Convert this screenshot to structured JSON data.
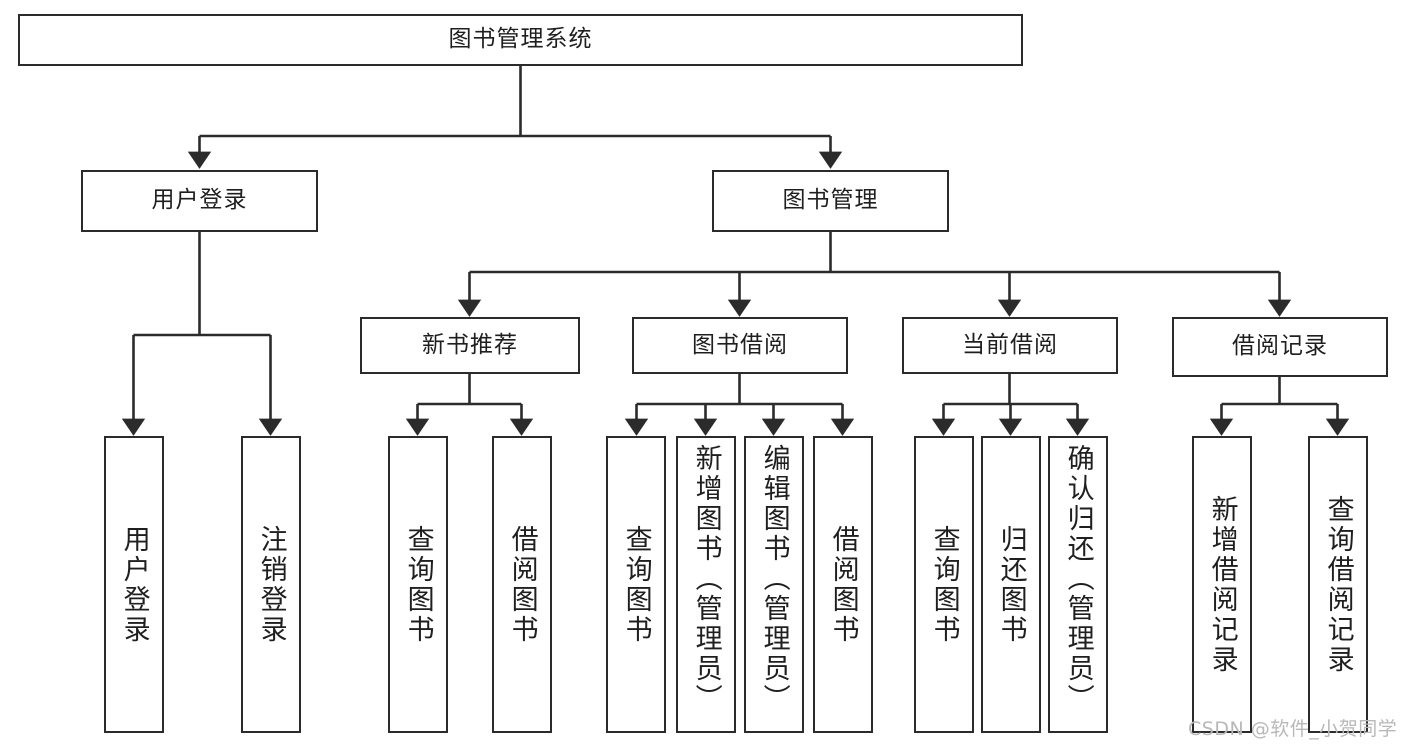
{
  "diagram": {
    "type": "tree-hierarchy-chart",
    "title": "图书管理系统",
    "orientation": "top-down",
    "levels": 4,
    "colors": {
      "background": "#ffffff",
      "box_border": "#2b2b2b",
      "box_fill": "#ffffff",
      "connector": "#2b2b2b",
      "text": "#1f1f1f",
      "watermark": "#b8b8b8"
    },
    "root": {
      "id": "root",
      "label": "图书管理系统",
      "text_direction": "horizontal"
    },
    "level2": [
      {
        "id": "user-login",
        "label": "用户登录",
        "text_direction": "horizontal"
      },
      {
        "id": "book-management",
        "label": "图书管理",
        "text_direction": "horizontal"
      }
    ],
    "level3": [
      {
        "id": "new-book-recommend",
        "label": "新书推荐",
        "parent": "book-management",
        "text_direction": "horizontal"
      },
      {
        "id": "book-borrow",
        "label": "图书借阅",
        "parent": "book-management",
        "text_direction": "horizontal"
      },
      {
        "id": "current-borrow",
        "label": "当前借阅",
        "parent": "book-management",
        "text_direction": "horizontal"
      },
      {
        "id": "borrow-record",
        "label": "借阅记录",
        "parent": "book-management",
        "text_direction": "horizontal"
      }
    ],
    "leaves": [
      {
        "id": "leaf-user-login",
        "label": "用户登录",
        "parent": "user-login",
        "text_direction": "vertical"
      },
      {
        "id": "leaf-logout",
        "label": "注销登录",
        "parent": "user-login",
        "text_direction": "vertical"
      },
      {
        "id": "leaf-query-book-1",
        "label": "查询图书",
        "parent": "new-book-recommend",
        "text_direction": "vertical"
      },
      {
        "id": "leaf-borrow-book-1",
        "label": "借阅图书",
        "parent": "new-book-recommend",
        "text_direction": "vertical"
      },
      {
        "id": "leaf-query-book-2",
        "label": "查询图书",
        "parent": "book-borrow",
        "text_direction": "vertical"
      },
      {
        "id": "leaf-add-book",
        "label": "新增图书（管理员）",
        "parent": "book-borrow",
        "text_direction": "vertical"
      },
      {
        "id": "leaf-edit-book",
        "label": "编辑图书（管理员）",
        "parent": "book-borrow",
        "text_direction": "vertical"
      },
      {
        "id": "leaf-borrow-book-2",
        "label": "借阅图书",
        "parent": "book-borrow",
        "text_direction": "vertical"
      },
      {
        "id": "leaf-query-book-3",
        "label": "查询图书",
        "parent": "current-borrow",
        "text_direction": "vertical"
      },
      {
        "id": "leaf-return-book",
        "label": "归还图书",
        "parent": "current-borrow",
        "text_direction": "vertical"
      },
      {
        "id": "leaf-confirm-return",
        "label": "确认归还（管理员）",
        "parent": "current-borrow",
        "text_direction": "vertical"
      },
      {
        "id": "leaf-add-record",
        "label": "新增借阅记录",
        "parent": "borrow-record",
        "text_direction": "vertical"
      },
      {
        "id": "leaf-query-record",
        "label": "查询借阅记录",
        "parent": "borrow-record",
        "text_direction": "vertical"
      }
    ]
  },
  "watermark": {
    "text": "CSDN @软件_小贺同学"
  }
}
